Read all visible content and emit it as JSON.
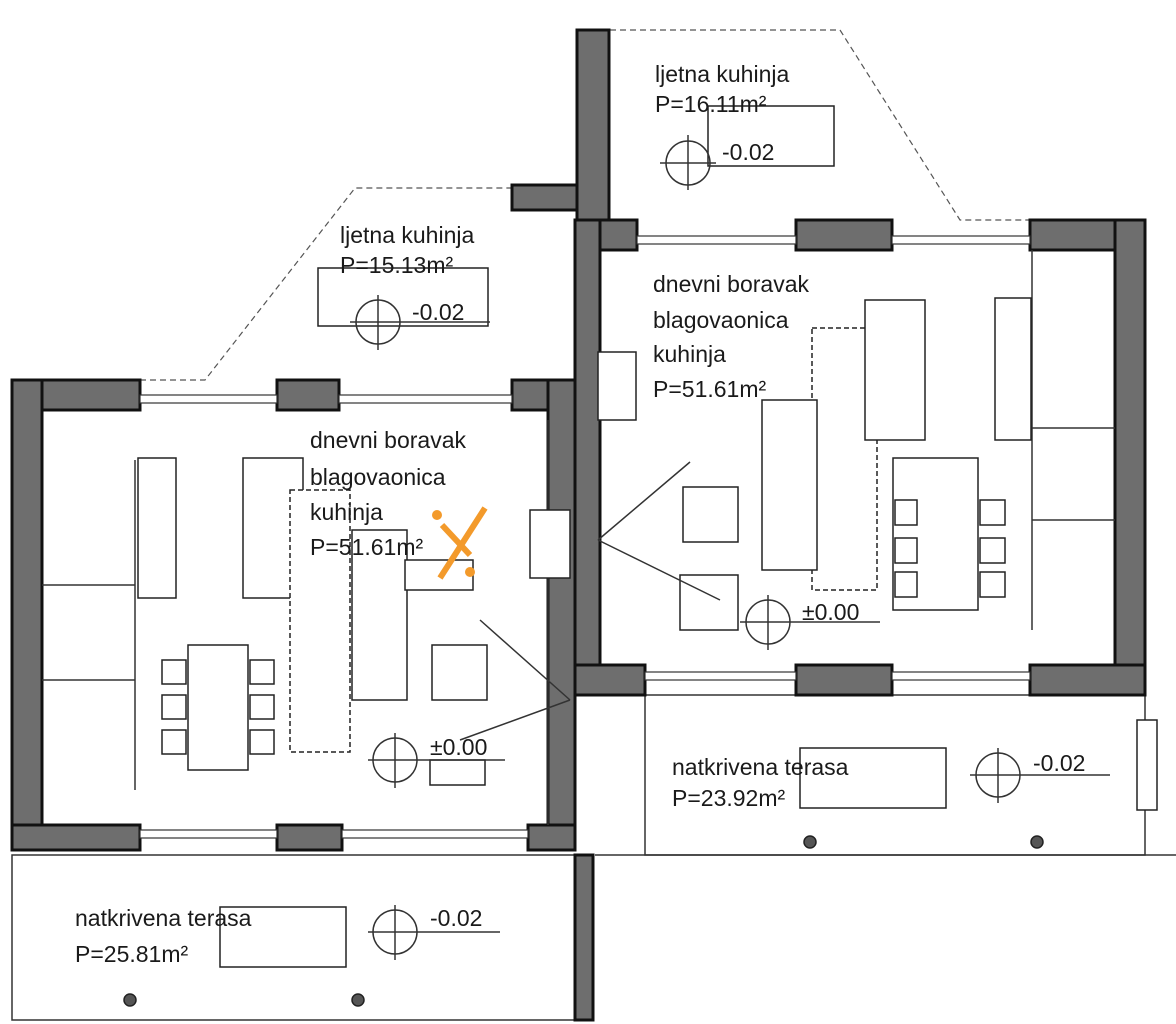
{
  "plan": {
    "rooms": [
      {
        "name": "ljetna kuhinja",
        "area": "P=16.11m²",
        "level": "-0.02"
      },
      {
        "name": "ljetna kuhinja",
        "area": "P=15.13m²",
        "level": "-0.02"
      },
      {
        "name_lines": [
          "dnevni boravak",
          "blagovaonica",
          "kuhinja"
        ],
        "area": "P=51.61m²",
        "level": "±0.00"
      },
      {
        "name_lines": [
          "dnevni boravak",
          "blagovaonica",
          "kuhinja"
        ],
        "area": "P=51.61m²",
        "level": "±0.00"
      },
      {
        "name": "natkrivena terasa",
        "area": "P=23.92m²",
        "level": "-0.02"
      },
      {
        "name": "natkrivena terasa",
        "area": "P=25.81m²",
        "level": "-0.02"
      }
    ],
    "watermark_color": "#f39a2b"
  }
}
